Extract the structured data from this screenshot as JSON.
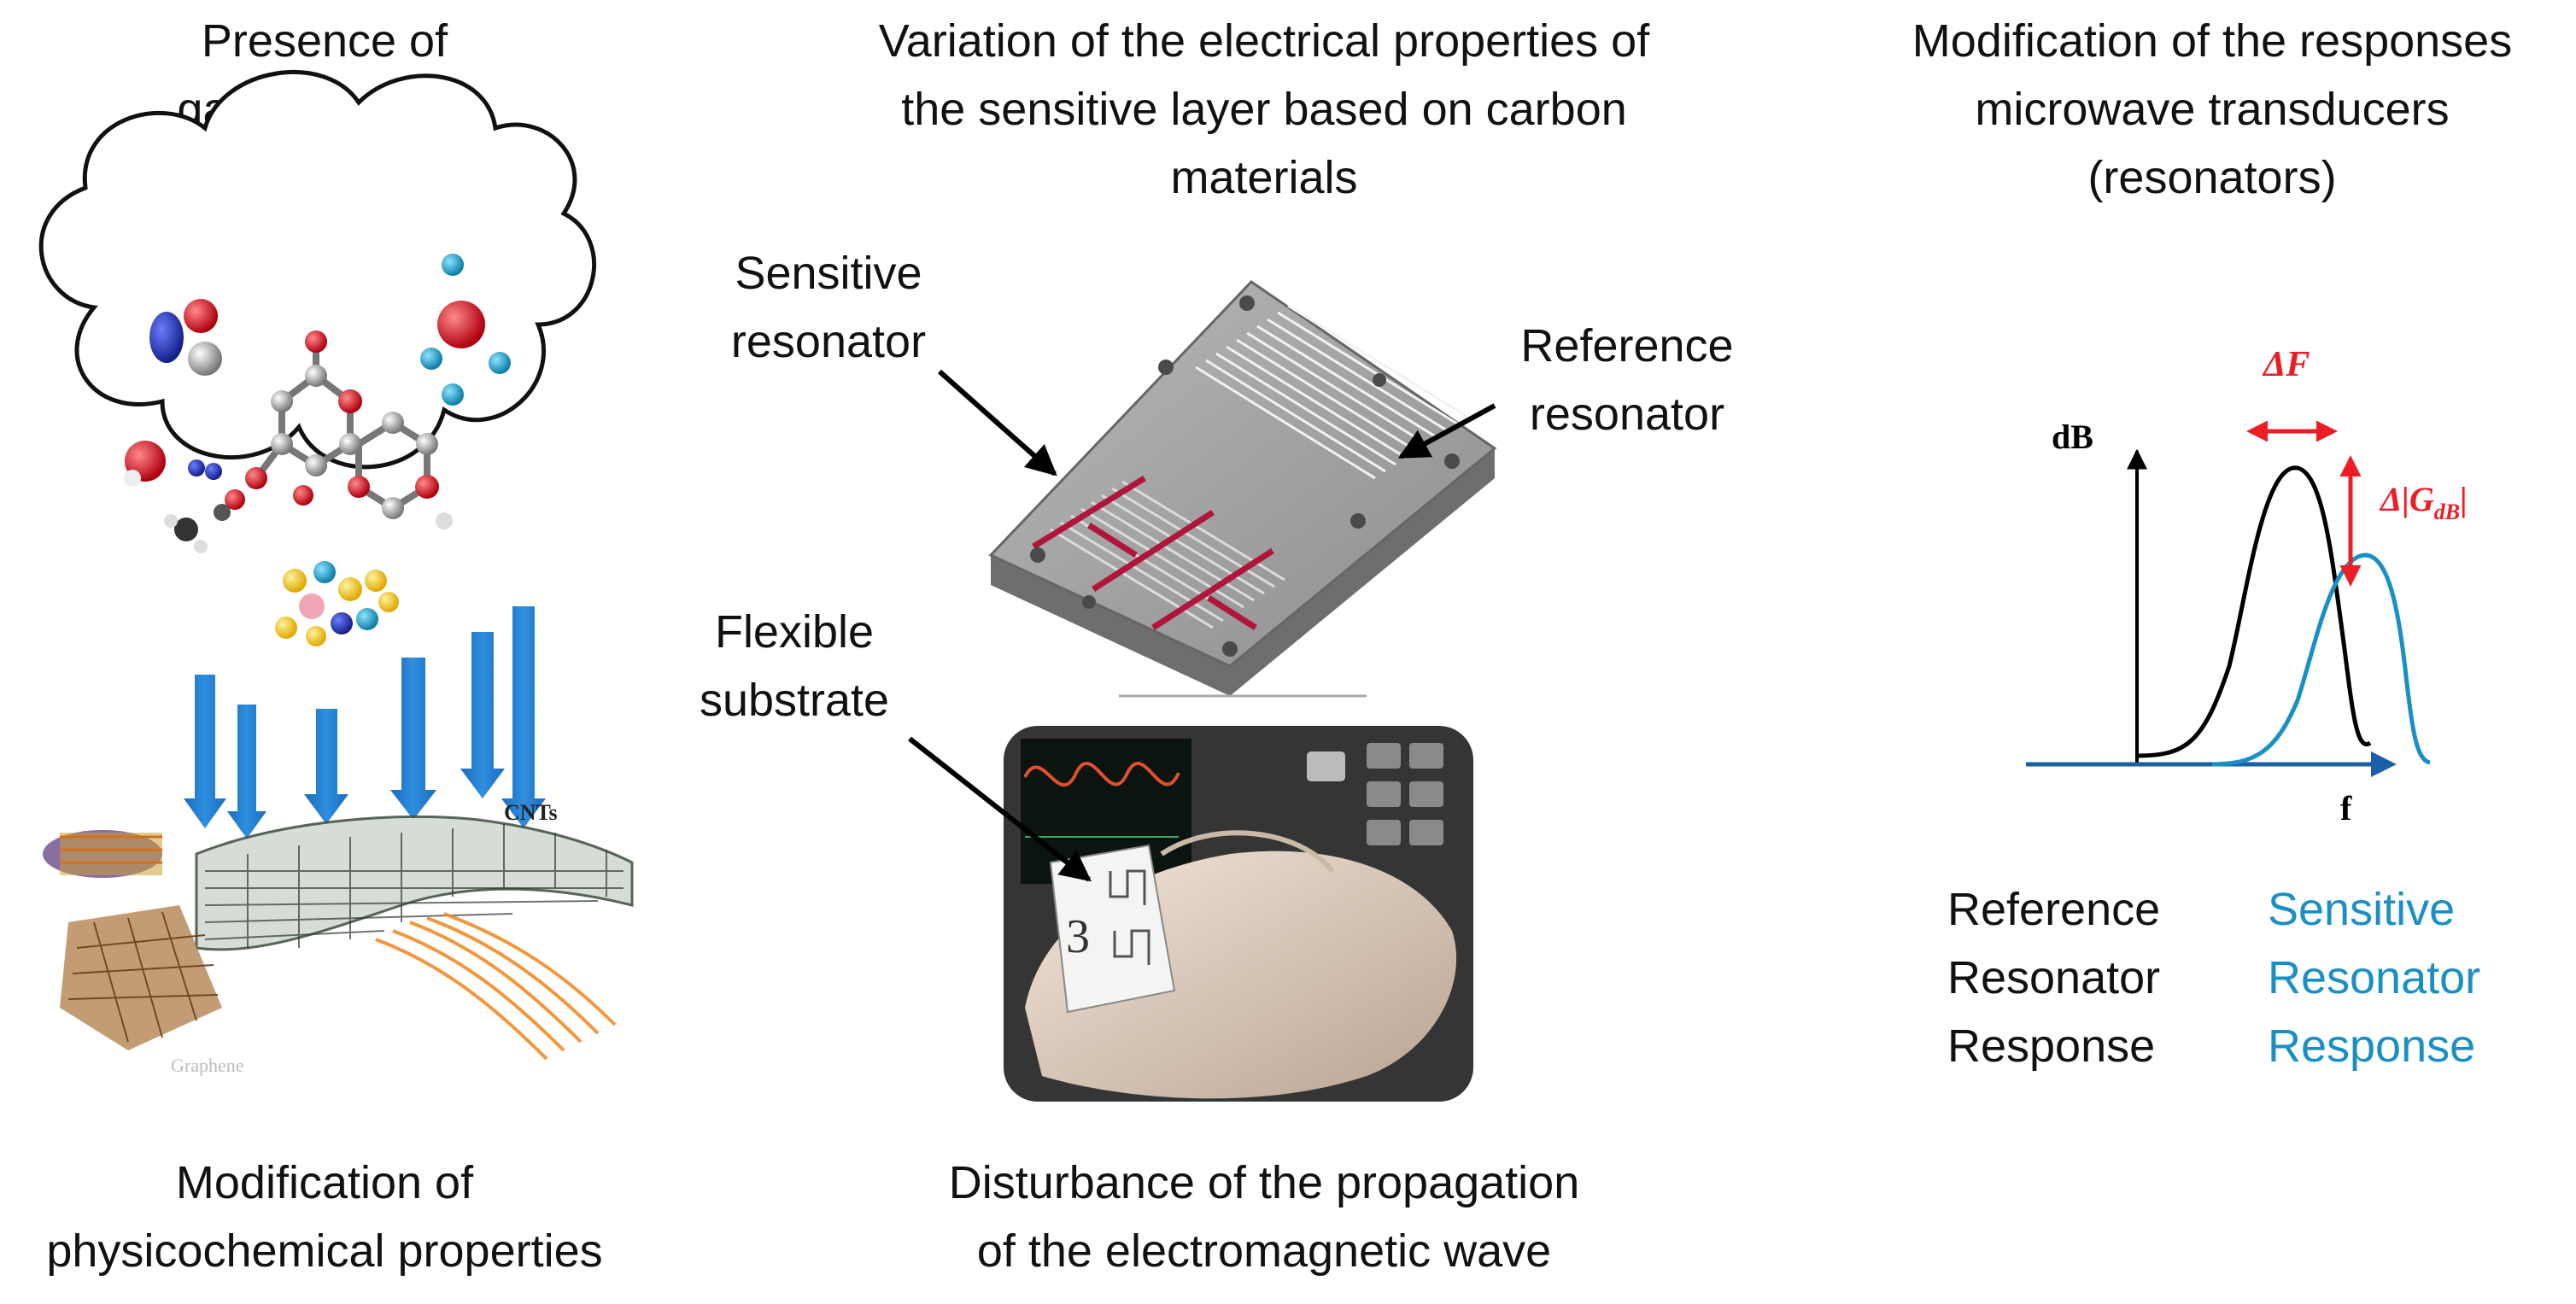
{
  "column_left": {
    "top_caption": [
      "Presence of",
      "gas molecules"
    ],
    "bottom_caption": [
      "Modification of",
      "physicochemical properties"
    ],
    "illustration_labels": {
      "cnt": "CNTs",
      "graphene": "Graphene"
    }
  },
  "column_middle": {
    "top_caption": [
      "Variation of the electrical properties of",
      "the sensitive layer based on carbon",
      "materials"
    ],
    "bottom_caption": [
      "Disturbance of the propagation",
      "of the electromagnetic wave"
    ],
    "labels": {
      "sensitive_resonator": [
        "Sensitive",
        "resonator"
      ],
      "reference_resonator": [
        "Reference",
        "resonator"
      ],
      "flexible_substrate": [
        "Flexible",
        "substrate"
      ]
    },
    "device_digit": "3"
  },
  "column_right": {
    "top_caption": [
      "Modification of the responses",
      "microwave transducers",
      "(resonators)"
    ],
    "graph": {
      "y_axis_label": "dB",
      "x_axis_label": "f",
      "delta_f_label": "ΔF",
      "delta_g_label": "Δ|G",
      "delta_g_subscript": "dB",
      "delta_g_close": "|"
    },
    "legend_reference": [
      "Reference",
      "Resonator",
      "Response"
    ],
    "legend_sensitive": [
      "Sensitive",
      "Resonator",
      "Response"
    ]
  },
  "colors": {
    "reference_curve": "#000000",
    "sensitive_curve": "#1a8fc4",
    "delta_arrows": "#ee1c25",
    "gas_arrows": "#1f78c8",
    "sensitive_strip": "#b0153a"
  },
  "chart_data": {
    "type": "line",
    "title": "",
    "xlabel": "f",
    "ylabel": "dB",
    "series": [
      {
        "name": "Reference Resonator Response",
        "peak_position": "left",
        "relative_peak_height": 1.0
      },
      {
        "name": "Sensitive Resonator Response",
        "peak_position": "right",
        "relative_peak_height": 0.7
      }
    ],
    "annotations": [
      "ΔF",
      "Δ|GdB|"
    ]
  }
}
